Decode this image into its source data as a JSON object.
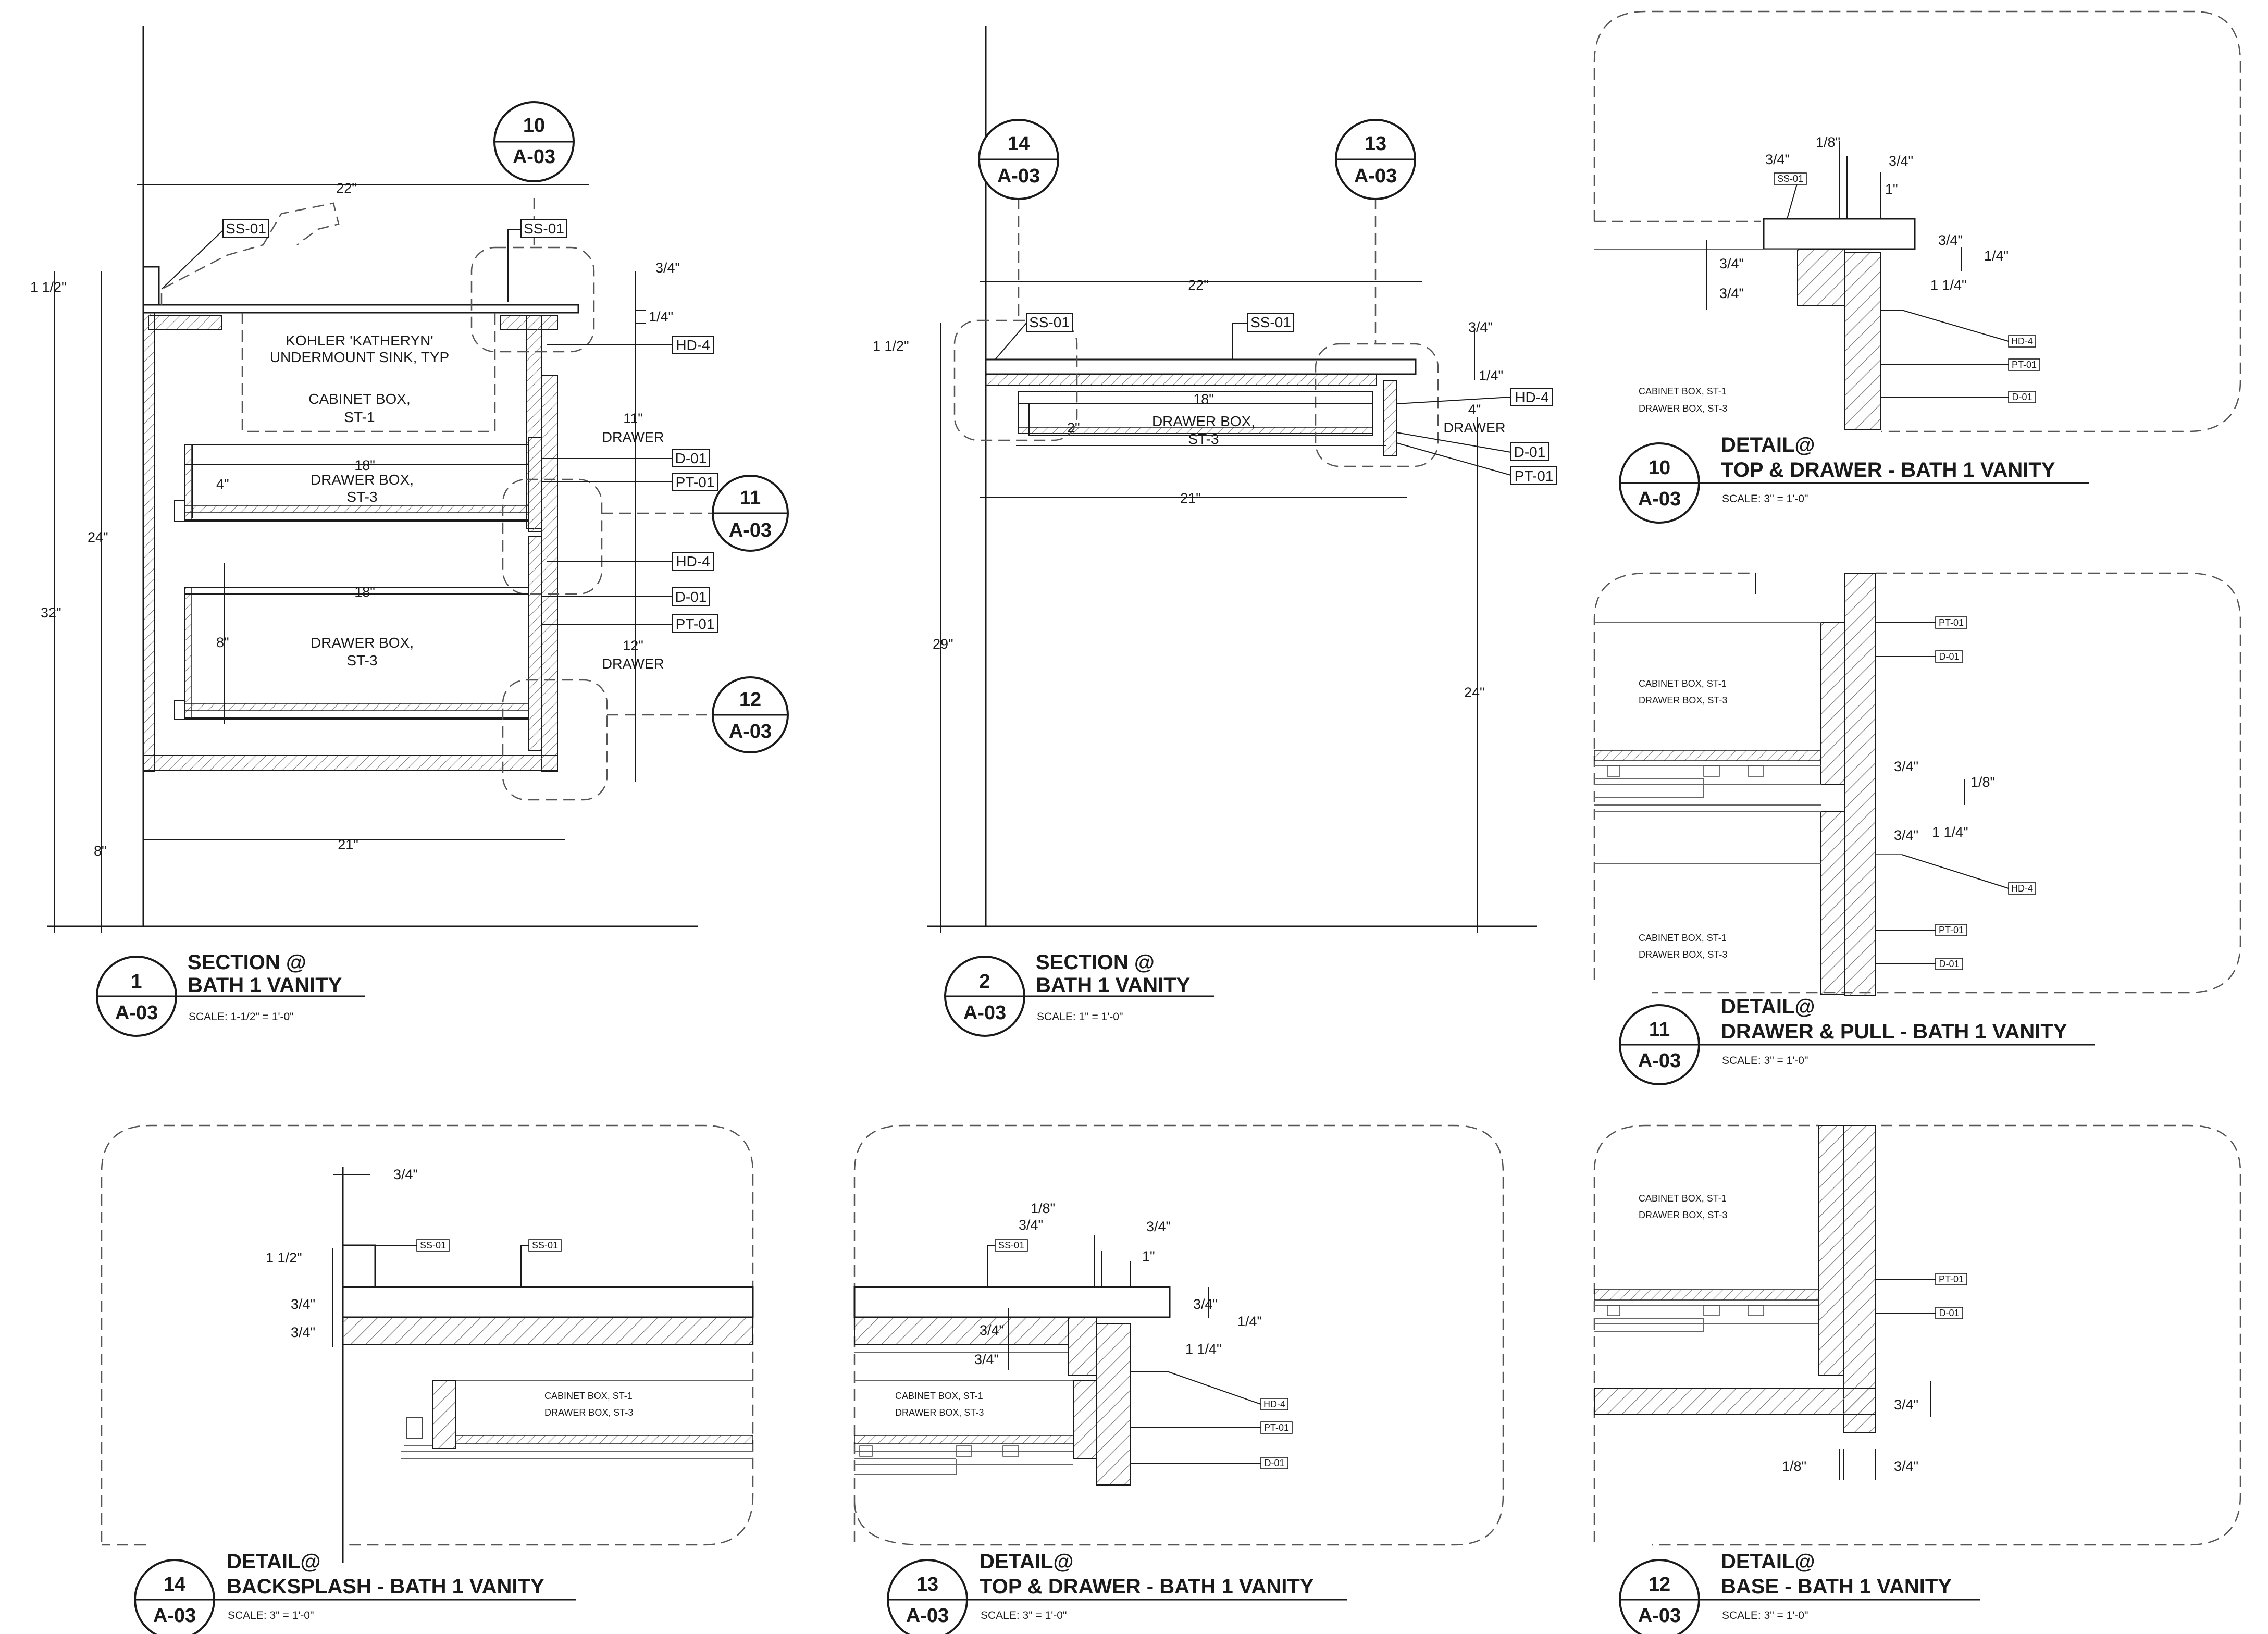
{
  "sheet_ref": "A-03",
  "views": [
    {
      "num": "1",
      "ref": "A-03",
      "title_line1": "SECTION @",
      "title_line2": "BATH 1 VANITY",
      "scale": "SCALE: 1-1/2\" = 1'-0\""
    },
    {
      "num": "2",
      "ref": "A-03",
      "title_line1": "SECTION @",
      "title_line2": "BATH 1 VANITY",
      "scale": "SCALE: 1\" = 1'-0\""
    },
    {
      "num": "10",
      "ref": "A-03",
      "title_line1": "DETAIL@",
      "title_line2": "TOP & DRAWER - BATH 1 VANITY",
      "scale": "SCALE: 3\" = 1'-0\""
    },
    {
      "num": "11",
      "ref": "A-03",
      "title_line1": "DETAIL@",
      "title_line2": "DRAWER & PULL - BATH 1 VANITY",
      "scale": "SCALE: 3\" = 1'-0\""
    },
    {
      "num": "14",
      "ref": "A-03",
      "title_line1": "DETAIL@",
      "title_line2": "BACKSPLASH - BATH 1 VANITY",
      "scale": "SCALE: 3\" = 1'-0\""
    },
    {
      "num": "13",
      "ref": "A-03",
      "title_line1": "DETAIL@",
      "title_line2": "TOP & DRAWER - BATH 1 VANITY",
      "scale": "SCALE: 3\" = 1'-0\""
    },
    {
      "num": "12",
      "ref": "A-03",
      "title_line1": "DETAIL@",
      "title_line2": "BASE - BATH 1 VANITY",
      "scale": "SCALE: 3\" = 1'-0\""
    }
  ],
  "callouts": {
    "c10_num": "10",
    "c11_num": "11",
    "c12_num": "12",
    "c13_num": "13",
    "c14_num": "14"
  },
  "tags": {
    "ss01": "SS-01",
    "hd4": "HD-4",
    "d01": "D-01",
    "pt01": "PT-01"
  },
  "notes": {
    "sink_1": "KOHLER 'KATHERYN'",
    "sink_2": "UNDERMOUNT SINK, TYP",
    "cab_1": "CABINET BOX,",
    "cab_2": "ST-1",
    "drw_1": "DRAWER BOX,",
    "drw_2": "ST-3",
    "drawer": "DRAWER",
    "cab_small": "CABINET BOX, ST-1",
    "drw_small": "DRAWER BOX, ST-3"
  },
  "dims": {
    "d22": "22\"",
    "d21": "21\"",
    "d18": "18\"",
    "d24": "24\"",
    "d32": "32\"",
    "d8": "8\"",
    "d29": "29\"",
    "d4": "4\"",
    "d2": "2\"",
    "d11": "11\"",
    "d12": "12\"",
    "d4q": "4\"",
    "d1_1_2": "1 1/2\"",
    "d3_4": "3/4\"",
    "d1_4": "1/4\"",
    "d1_8": "1/8\"",
    "d1": "1\"",
    "d1_1_4": "1 1/4\""
  }
}
